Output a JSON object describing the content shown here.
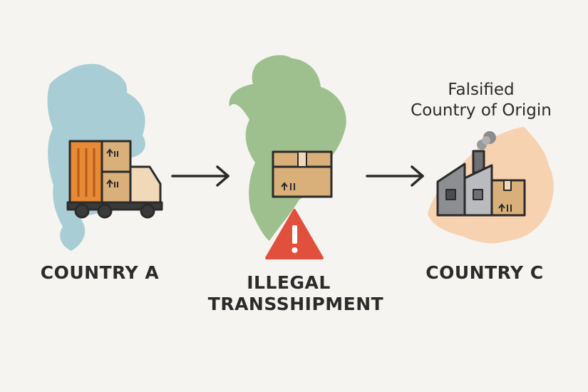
{
  "nodes": {
    "a": {
      "label": "COUNTRY A"
    },
    "b": {
      "line1": "ILLEGAL",
      "line2": "TRANSSHIPMENT"
    },
    "c": {
      "label": "COUNTRY C",
      "note_line1": "Falsified",
      "note_line2": "Country of Origin"
    }
  },
  "colors": {
    "background": "#f6f4f1",
    "country_a_map": "#a9cdd4",
    "country_b_map": "#9dc08e",
    "country_c_map": "#f7d2b0",
    "container": "#e68a35",
    "box": "#d9b07a",
    "warning": "#e0503c",
    "factory": "#8c8e91",
    "outline": "#2b2b2b"
  },
  "icons": [
    "map-silhouette",
    "truck-icon",
    "cargo-box-icon",
    "warning-triangle-icon",
    "factory-icon",
    "arrow-right-icon"
  ]
}
